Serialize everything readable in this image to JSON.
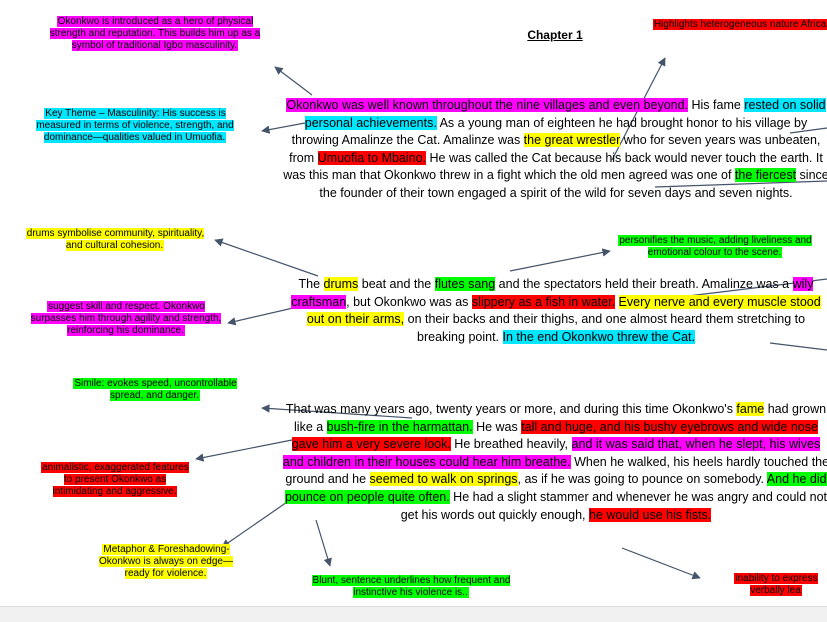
{
  "title": "Chapter 1",
  "notes": {
    "intro": "Okonkwo is introduced as a hero of physical strength and reputation. This builds him up as a symbol of traditional Igbo masculinity.",
    "masculinity": "Key Theme – Masculinity: His success is measured in terms of violence, strength, and dominance—qualities valued in Umuofia.",
    "drums": "drums symbolise community, spirituality, and cultural cohesion.",
    "skill": "suggest skill and respect. Okonkwo surpasses him through agility and strength, reinforcing his dominance.",
    "simile": "Simile: evokes speed, uncontrollable spread, and danger.",
    "animalistic": "animalistic, exaggerated features to present Okonkwo as intimidating and aggressive.",
    "metaphor": "Metaphor & Foreshadowing- Okonkwo is always on edge— ready for violence.",
    "blunt": "Blunt, sentence underlines how frequent and instinctive his violence is..",
    "hetero": "Highlights heterogeneous nature Africa",
    "personifies": "personifies the music, adding liveliness and emotional colour to the scene.",
    "inability": "inability to express verbally lea"
  },
  "p1": {
    "a": "Okonkwo was well known throughout the nine villages and even beyond.",
    "b": " His fame ",
    "c": "rested on solid personal achievements.",
    "d": " As a young man of eighteen he had brought honor to his village by throwing Amalinze the Cat. Amalinze was ",
    "e": "the great wrestler",
    "f": " who for seven years was unbeaten, from ",
    "g": "Umuofia to Mbaino.",
    "h": " He was called the Cat because his back would never touch the earth. It was this man that Okonkwo threw in a fight which the old men agreed was one of ",
    "i": "the fiercest",
    "j": " since the founder of their town engaged a spirit of the wild for seven days and seven nights."
  },
  "p2": {
    "a": "The ",
    "b": "drums",
    "c": " beat and the ",
    "d": "flutes sang",
    "e": " and the spectators held their breath. Amalinze was a ",
    "f": "wily craftsman",
    "g": ", but Okonkwo was as ",
    "h": "slippery as a fish in water.",
    "i": " ",
    "j": "Every nerve and every muscle stood out on their arms,",
    "k": " on their backs and their thighs, and one almost heard them stretching to breaking point. ",
    "l": "In the end Okonkwo threw the Cat."
  },
  "p3": {
    "a": "That was many years ago, twenty years or more, and during this time Okonkwo's ",
    "b": "fame",
    "c": " had grown like a ",
    "d": "bush-fire in the harmattan.",
    "e": " He was ",
    "f": "tall and huge, and his bushy eyebrows and wide nose gave him a very severe look.",
    "g": " He breathed heavily, ",
    "h": "and it was said that, when he slept, his wives and children in their houses could hear him breathe.",
    "i": " When he walked, his heels hardly touched the ground and he ",
    "j": "seemed to walk on springs",
    "k": ", as if he was going to pounce on somebody. ",
    "l": "And he did pounce on people quite often.",
    "m": " He had a slight stammer and whenever he was angry and could not get his words out quickly enough, ",
    "n": "he would use his fists."
  }
}
